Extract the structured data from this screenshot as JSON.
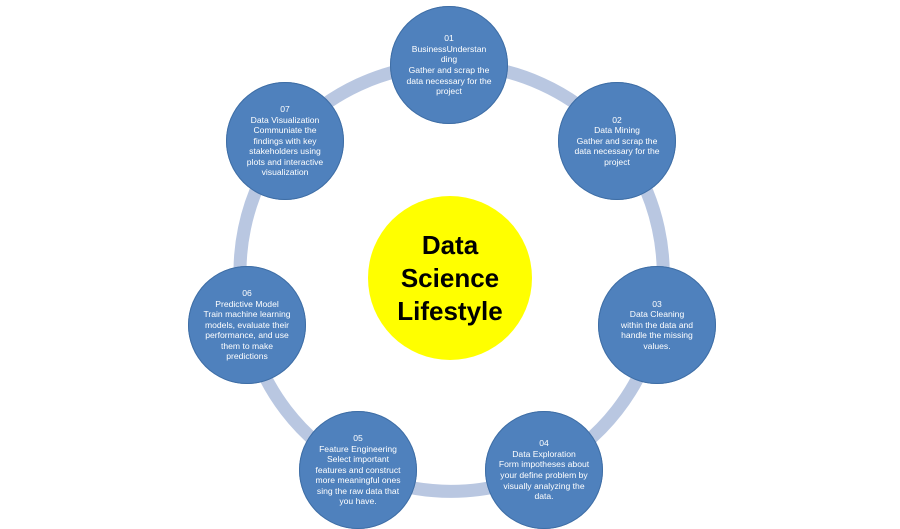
{
  "colors": {
    "node_fill": "#4f81bd",
    "ring": "#b9c7e1",
    "center_fill": "#ffff00",
    "text_on_node": "#ffffff",
    "text_center": "#000000"
  },
  "center": {
    "lines": [
      "Data",
      "Science",
      "Lifestyle"
    ]
  },
  "steps": [
    {
      "number": "01",
      "title": "BusinessUnderstan ding",
      "description": "Gather  and scrap the data necessary for  the project"
    },
    {
      "number": "02",
      "title": "Data Mining",
      "description": "Gather  and scrap the data necessary for  the project"
    },
    {
      "number": "03",
      "title": "Data Cleaning",
      "description": "within the data and handle  the missing values."
    },
    {
      "number": "04",
      "title": "Data Exploration",
      "description": "Form impotheses about your define problem  by visually analyzing the data."
    },
    {
      "number": "05",
      "title": "Feature Engineering",
      "description": "Select important features and construct  more meaningful ones sing the raw data that you have."
    },
    {
      "number": "06",
      "title": "Predictive  Model",
      "description": "Train machine learning models, evaluate their performance,  and use them to make predictions"
    },
    {
      "number": "07",
      "title": "Data Visualization",
      "description": "Communiate  the findings with key stakeholders  using plots and interactive visualization"
    }
  ]
}
